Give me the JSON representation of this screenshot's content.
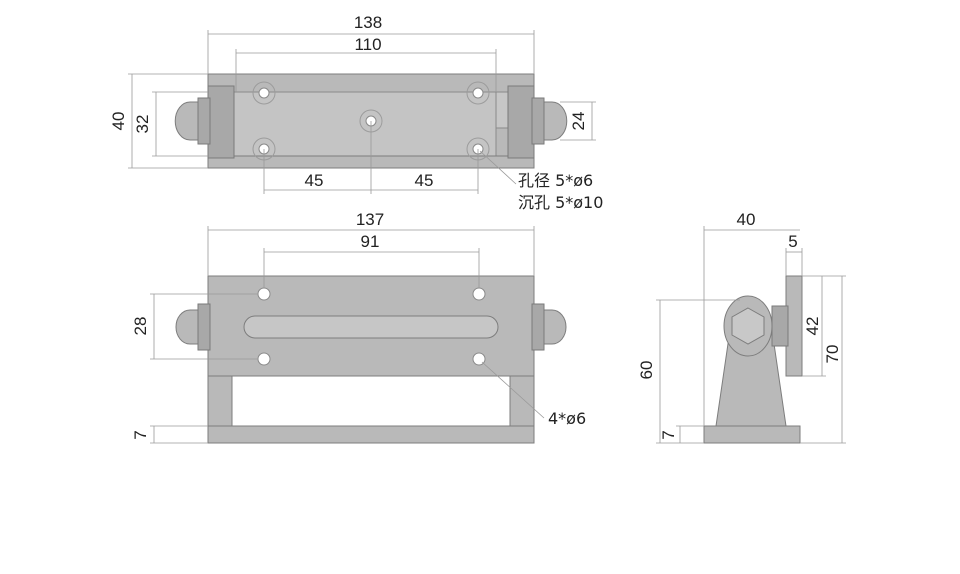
{
  "diagram": {
    "top_view": {
      "dim_overall_length": "138",
      "dim_hole_span": "110",
      "dim_height_outer": "40",
      "dim_height_inner": "32",
      "dim_pin_height": "24",
      "dim_left_spacing": "45",
      "dim_right_spacing": "45",
      "hole_note_line1": "孔径 5*ø6",
      "hole_note_line2": "沉孔 5*ø10"
    },
    "front_view": {
      "dim_overall_length": "137",
      "dim_hole_span": "91",
      "dim_hole_pitch": "28",
      "dim_base_thickness": "7",
      "hole_note": "4*ø6"
    },
    "side_view": {
      "dim_width": "40",
      "dim_plate_thickness": "5",
      "dim_plate_inner": "42",
      "dim_plate_outer": "70",
      "dim_total_height": "60",
      "dim_base_thickness": "7"
    }
  },
  "colors": {
    "body": "#b9b9b9",
    "outline": "#7d7d7d",
    "dim_line": "#9a9a9a",
    "text": "#222222"
  }
}
